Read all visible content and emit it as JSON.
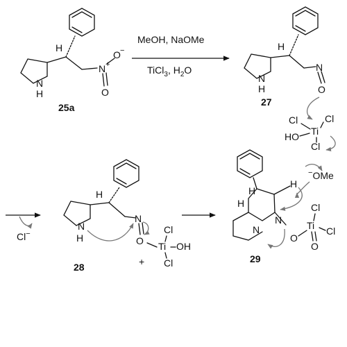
{
  "reagents": {
    "top1": "MeOH,   NaOMe",
    "top2": "TiCl",
    "top2_sub": "3",
    "top2_rest": ", H",
    "top2_sub2": "2",
    "top2_end": "O"
  },
  "compounds": {
    "c25a": "25a",
    "c27": "27",
    "c28": "28",
    "c29": "29"
  },
  "atoms": {
    "N": "N",
    "H": "H",
    "O": "O",
    "minus": "−",
    "plus": "+",
    "Cl": "Cl",
    "Ti": "Ti",
    "HO": "HO",
    "OH": "OH",
    "OMe": "OMe",
    "Cl_minus": "Cl"
  },
  "colors": {
    "ink": "#111111",
    "curly_arrow": "#777777"
  }
}
